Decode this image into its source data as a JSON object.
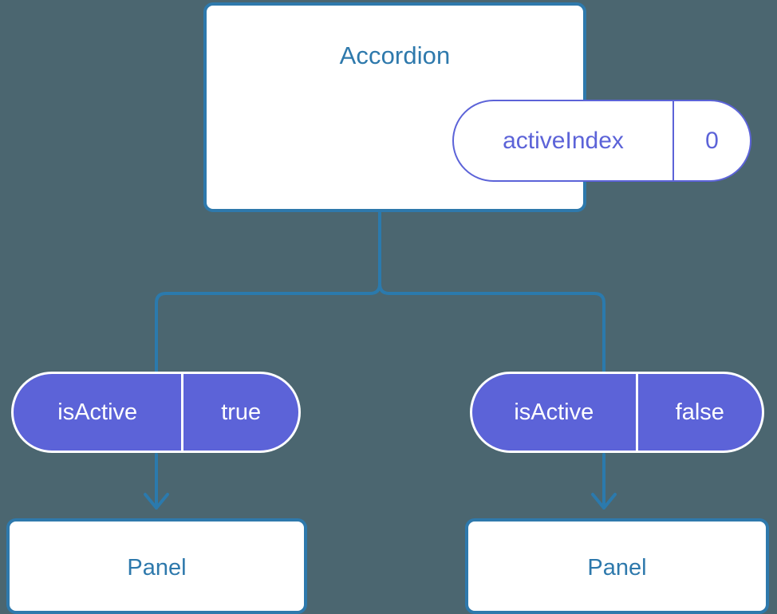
{
  "diagram": {
    "type": "component-tree",
    "background_color": "#4b6670",
    "accent_blue": "#2e79ac",
    "accent_purple": "#5c63d8",
    "root": {
      "title": "Accordion",
      "state": {
        "key": "activeIndex",
        "value": "0"
      }
    },
    "branches": [
      {
        "side": "left",
        "prop": {
          "key": "isActive",
          "value": "true"
        },
        "child": {
          "title": "Panel"
        }
      },
      {
        "side": "right",
        "prop": {
          "key": "isActive",
          "value": "false"
        },
        "child": {
          "title": "Panel"
        }
      }
    ],
    "connectors": [
      {
        "name": "root-to-fork",
        "from": "Accordion",
        "to": "branch-fork",
        "style": "rounded-elbow",
        "arrowhead": false
      },
      {
        "name": "fork-to-left-prop",
        "from": "branch-fork",
        "to": "isActive true",
        "style": "rounded-elbow",
        "arrowhead": false
      },
      {
        "name": "fork-to-right-prop",
        "from": "branch-fork",
        "to": "isActive false",
        "style": "rounded-elbow",
        "arrowhead": false
      },
      {
        "name": "left-prop-to-panel",
        "from": "isActive true",
        "to": "Panel",
        "style": "straight",
        "arrowhead": true
      },
      {
        "name": "right-prop-to-panel",
        "from": "isActive false",
        "to": "Panel",
        "style": "straight",
        "arrowhead": true
      }
    ]
  }
}
